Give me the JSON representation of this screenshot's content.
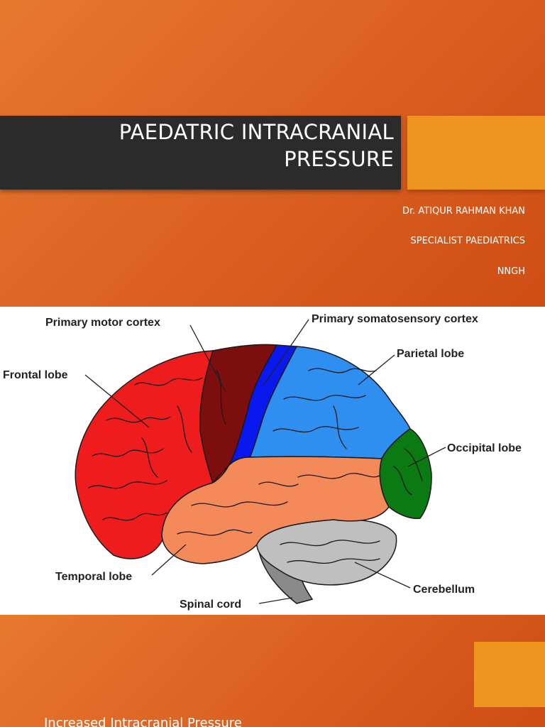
{
  "slide1": {
    "title_line1": "PAEDATRIC INTRACRANIAL",
    "title_line2": "PRESSURE",
    "author": "Dr. ATIQUR RAHMAN KHAN",
    "role": "SPECIALIST PAEDIATRICS",
    "organization": "NNGH"
  },
  "slide2": {
    "labels": {
      "primary_motor_cortex": "Primary motor cortex",
      "primary_somatosensory_cortex": "Primary somatosensory cortex",
      "frontal_lobe": "Frontal lobe",
      "parietal_lobe": "Parietal lobe",
      "occipital_lobe": "Occipital lobe",
      "temporal_lobe": "Temporal lobe",
      "cerebellum": "Cerebellum",
      "spinal_cord": "Spinal cord"
    },
    "colors": {
      "frontal": "#ee1c1c",
      "motor": "#7d0e0e",
      "somatosensory": "#0a18f0",
      "parietal": "#2f8ff0",
      "occipital": "#0b7a12",
      "temporal": "#f4895a",
      "cerebellum": "#bfbfbf",
      "brainstem": "#8a8a8a"
    }
  },
  "slide3": {
    "heading": "Increased Intracranial Pressure"
  }
}
